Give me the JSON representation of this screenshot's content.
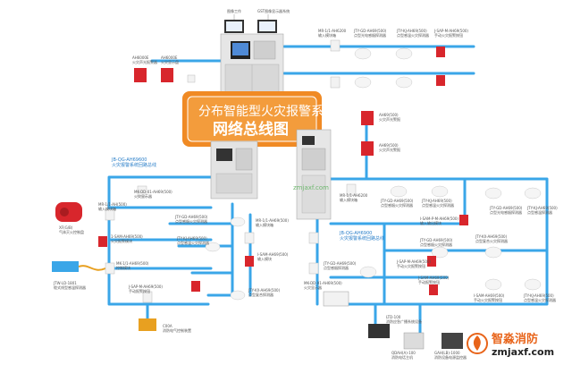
{
  "banner": {
    "line1": "分布智能型火灾报警系统",
    "line2": "网络总线图"
  },
  "brand": {
    "name": "智淼消防",
    "url": "zmjaxf.com"
  },
  "watermark": "zmjaxf.com",
  "colors": {
    "bus": "#3aa6e8",
    "orange": "#f08a24",
    "brand_orange": "#e8641a"
  },
  "labels": {
    "monitor_left": "图像工作",
    "monitor_right": "GST图像显示器系统",
    "left_mod_a": "AH6000E",
    "left_mod_a_sub": "火灾声光报警器",
    "left_mod_b": "AH6000E",
    "left_mod_b_sub": "火灾显示盘",
    "bus_left_a": "JB-QG-AH69600",
    "bus_left_b": "火灾报警系统回路总线",
    "bus_right_a": "JB-QG-AH6900",
    "bus_right_b": "火灾报警系统回路总线",
    "r1_1": "MR-1/1-AH6200",
    "r1_1s": "输入模块箱",
    "r1_2": "JTY-GD-AH69(500)",
    "r1_2s": "点型光电感烟探测器",
    "r1_3": "JTY-KJ-AH69(500)",
    "r1_3s": "点型感温火灾探测器",
    "r1_4": "J-SAP-M-AH69(500)",
    "r1_4s": "手动火灾报警按钮",
    "top_red_a": "AH69(500)",
    "top_red_a_s": "火灾声光警报",
    "top_red_b": "AH69(500)",
    "top_red_b_s": "火灾声光警报",
    "ctr_mod": "MK-DD-01-AH69(500)",
    "ctr_mod_s": "火灾显示器",
    "mr_input": "MR-1/1-AH(500)",
    "mr_input_s": "输入模块箱",
    "gas": "XF(G/B)",
    "gas_s": "气体灭火控制盘",
    "xf_mod": "1-SAM-AH69(500)",
    "xf_mod_s": "火灾报警模块",
    "xj": "JTW-LD-1801",
    "xj_s": "缆式线型感温探测器",
    "kl": "MK-1/1-AH69(500)",
    "kl_s": "控制模块",
    "kf": "J-SAP-M-AH69(500)",
    "kf_s": "手动报警按钮",
    "c1": "JTY-GD-AH69(500)",
    "c1_s": "点型感烟火灾探测器",
    "c2": "JTY-KJ-AH69(500)",
    "c2_s": "点型感温火灾探测器",
    "c3": "MR-1/1-AH69(500)",
    "c3_s": "输入模块箱",
    "c4": "I-SAM-AH69(500)",
    "c4_s": "输入模块",
    "c5": "JTY-KX-AH69(500)",
    "c5_s": "点型复合探测器",
    "cable": "C00A",
    "cable_s": "消防电气控制装置",
    "rb1": "JTY-GD-AH69(500)",
    "rb1_s": "点型感烟火灾探测器",
    "rb2": "JTY-KJ-AH69(500)",
    "rb2_s": "点型感温火灾探测器",
    "rb3": "J-SAP-M-AH69(500)",
    "rb3_s": "手动火灾报警按钮",
    "rb4": "JTY-GD-AH69(500)",
    "rb4_s": "点型感烟火灾探测器",
    "rb5": "I-SAM-AH69(500)",
    "rb5_s": "手动火灾报警按钮",
    "rb6": "JTY-KJ-AH69(500)",
    "rb6_s": "点型感温火灾探测器",
    "rm1": "MR-1/1-AH6200",
    "rm1_s": "输入模块箱",
    "rm2": "JTY-GD-AH69(500)",
    "rm2_s": "点型感烟探测器",
    "rm3": "MK-DD-01-AH69(500)",
    "rm3_s": "火灾显示器",
    "rm4": "J-SAM-AH69(500)",
    "rm4_s": "手动报警按钮",
    "rr1": "JTY-GD-AH69(500)",
    "rr1_s": "点型光电感烟探测器",
    "rr2": "JTY-KJ-AH69(500)",
    "rr2_s": "点型感温探测器",
    "rr3": "I-SAM-P-M-AH69(500)",
    "rr3_s": "输入输出模块",
    "rr4": "JTY-KX-AH69(500)",
    "rr4_s": "点型复合火灾探测器",
    "box1": "LTD-100",
    "box1_s": "消防应急广播系统设备",
    "box2": "QDAH(A)-100",
    "box2_s": "消防电话主机",
    "box3": "GAH(LB)-1000",
    "box3_s": "消防设备电源监控器"
  }
}
